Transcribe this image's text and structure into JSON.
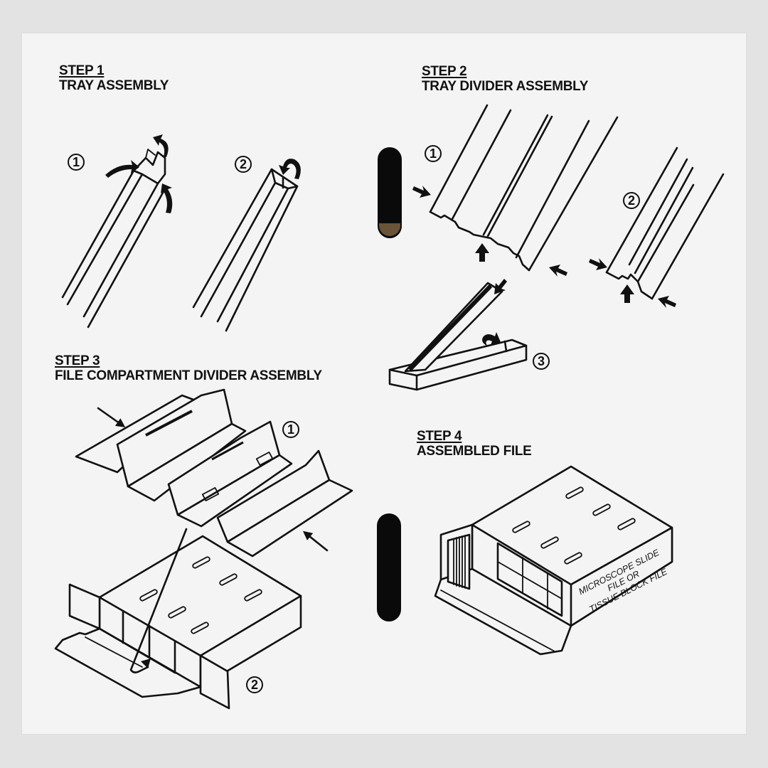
{
  "steps": [
    {
      "step": "STEP 1",
      "title": "TRAY ASSEMBLY",
      "sub_labels": [
        "①",
        "②"
      ]
    },
    {
      "step": "STEP 2",
      "title": "TRAY DIVIDER ASSEMBLY",
      "sub_labels": [
        "①",
        "②",
        "③"
      ]
    },
    {
      "step": "STEP 3",
      "title": "FILE COMPARTMENT DIVIDER ASSEMBLY",
      "sub_labels": [
        "①",
        "②"
      ]
    },
    {
      "step": "STEP 4",
      "title": "ASSEMBLED FILE",
      "sub_labels": []
    }
  ],
  "box_side_label": {
    "line1": "MICROSCOPE SLIDE",
    "line2": "FILE OR",
    "line3": "TISSUE BLOCK FILE"
  },
  "circle_numbers": {
    "one": "1",
    "two": "2",
    "three": "3"
  },
  "colors": {
    "page_bg": "#e3e3e3",
    "panel_bg": "#f4f4f4",
    "ink": "#111111",
    "slot_tan": "#6a5336"
  }
}
